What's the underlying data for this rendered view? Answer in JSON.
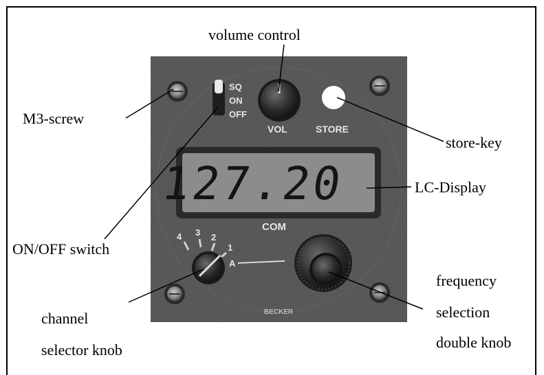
{
  "labels": {
    "volume_control": "volume control",
    "m3_screw": "M3-screw",
    "store_key": "store-key",
    "lc_display": "LC-Display",
    "on_off_switch": "ON/OFF switch",
    "frequency_line1": "frequency",
    "frequency_line2": "selection",
    "frequency_line3": "double knob",
    "channel_line1": "channel",
    "channel_line2": "selector knob"
  },
  "panel": {
    "switch_positions": [
      "SQ",
      "ON",
      "OFF"
    ],
    "vol_label": "VOL",
    "store_label": "STORE",
    "display_value": "127.20",
    "com_label": "COM",
    "channel_numbers": [
      "4",
      "3",
      "2",
      "1"
    ],
    "channel_a": "A",
    "brand": "BECKER"
  },
  "colors": {
    "panel": "#4a4a4a",
    "display_bg": "#8c8c8c",
    "digits": "#141414",
    "store_button": "#ffffff"
  }
}
